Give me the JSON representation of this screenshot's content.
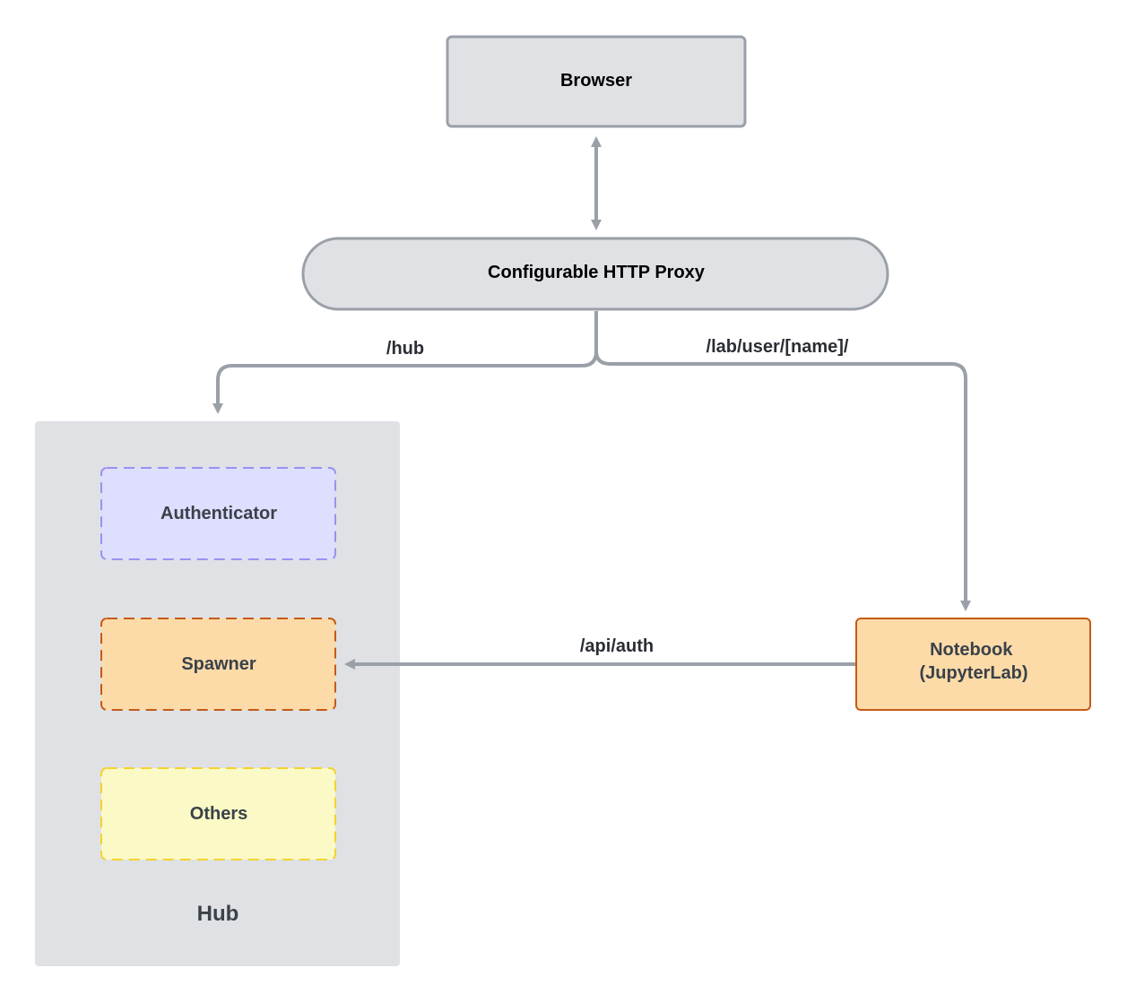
{
  "nodes": {
    "browser": {
      "label": "Browser"
    },
    "proxy": {
      "label": "Configurable HTTP Proxy"
    },
    "hub": {
      "label": "Hub",
      "components": {
        "authenticator": {
          "label": "Authenticator"
        },
        "spawner": {
          "label": "Spawner"
        },
        "others": {
          "label": "Others"
        }
      }
    },
    "notebook": {
      "label_line1": "Notebook",
      "label_line2": "(JupyterLab)"
    }
  },
  "edges": {
    "browser_proxy": {
      "label": ""
    },
    "proxy_hub": {
      "label": "/hub"
    },
    "proxy_notebook": {
      "label": "/lab/user/[name]/"
    },
    "notebook_spawner": {
      "label": "/api/auth"
    }
  },
  "colors": {
    "neutral_fill": "#dfe1e5",
    "neutral_stroke": "#9aa0a8",
    "connector": "#9aa0a8",
    "authenticator_fill": "#dedefe",
    "authenticator_stroke": "#9a92ef",
    "spawner_fill": "#fcdba8",
    "spawner_stroke": "#c65a18",
    "others_fill": "#fbfac6",
    "others_stroke": "#f5d22e",
    "notebook_fill": "#fcdba8",
    "notebook_stroke": "#c65a18"
  }
}
